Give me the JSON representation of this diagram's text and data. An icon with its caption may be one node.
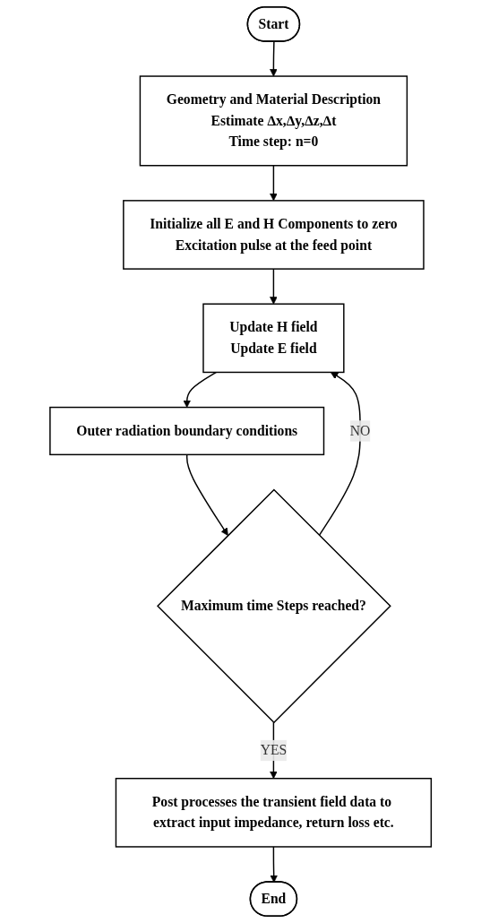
{
  "diagram": {
    "nodes": [
      {
        "text": [
          "Start"
        ]
      },
      {
        "text": [
          "Geometry and Material Description",
          "Estimate ∆x,∆y,∆z,∆t",
          "Time step: n=0"
        ]
      },
      {
        "text": [
          "Initialize all E and H Components to zero",
          "Excitation pulse at the feed point"
        ]
      },
      {
        "text": [
          "Update H field",
          "Update E field"
        ]
      },
      {
        "text": [
          "Outer radiation boundary conditions"
        ]
      },
      {
        "text": [
          "Maximum time Steps reached?"
        ]
      },
      {
        "text": [
          "Post processes the transient field data to extract input impedance, return loss etc."
        ]
      },
      {
        "text": [
          "End"
        ]
      }
    ],
    "edges": [
      {
        "from": 0,
        "to": 1,
        "arrow": "to"
      },
      {
        "from": 1,
        "to": 2,
        "arrow": "to"
      },
      {
        "from": 2,
        "to": 3,
        "arrow": "to"
      },
      {
        "from": 3,
        "to": 4,
        "arrow": "to"
      },
      {
        "from": 4,
        "to": 5,
        "arrow": "to"
      },
      {
        "from": 5,
        "to": 3,
        "label": "NO",
        "arrow": "to"
      },
      {
        "from": 5,
        "to": 6,
        "label": "YES",
        "arrow": "to"
      },
      {
        "from": 6,
        "to": 7,
        "arrow": "to"
      }
    ]
  }
}
